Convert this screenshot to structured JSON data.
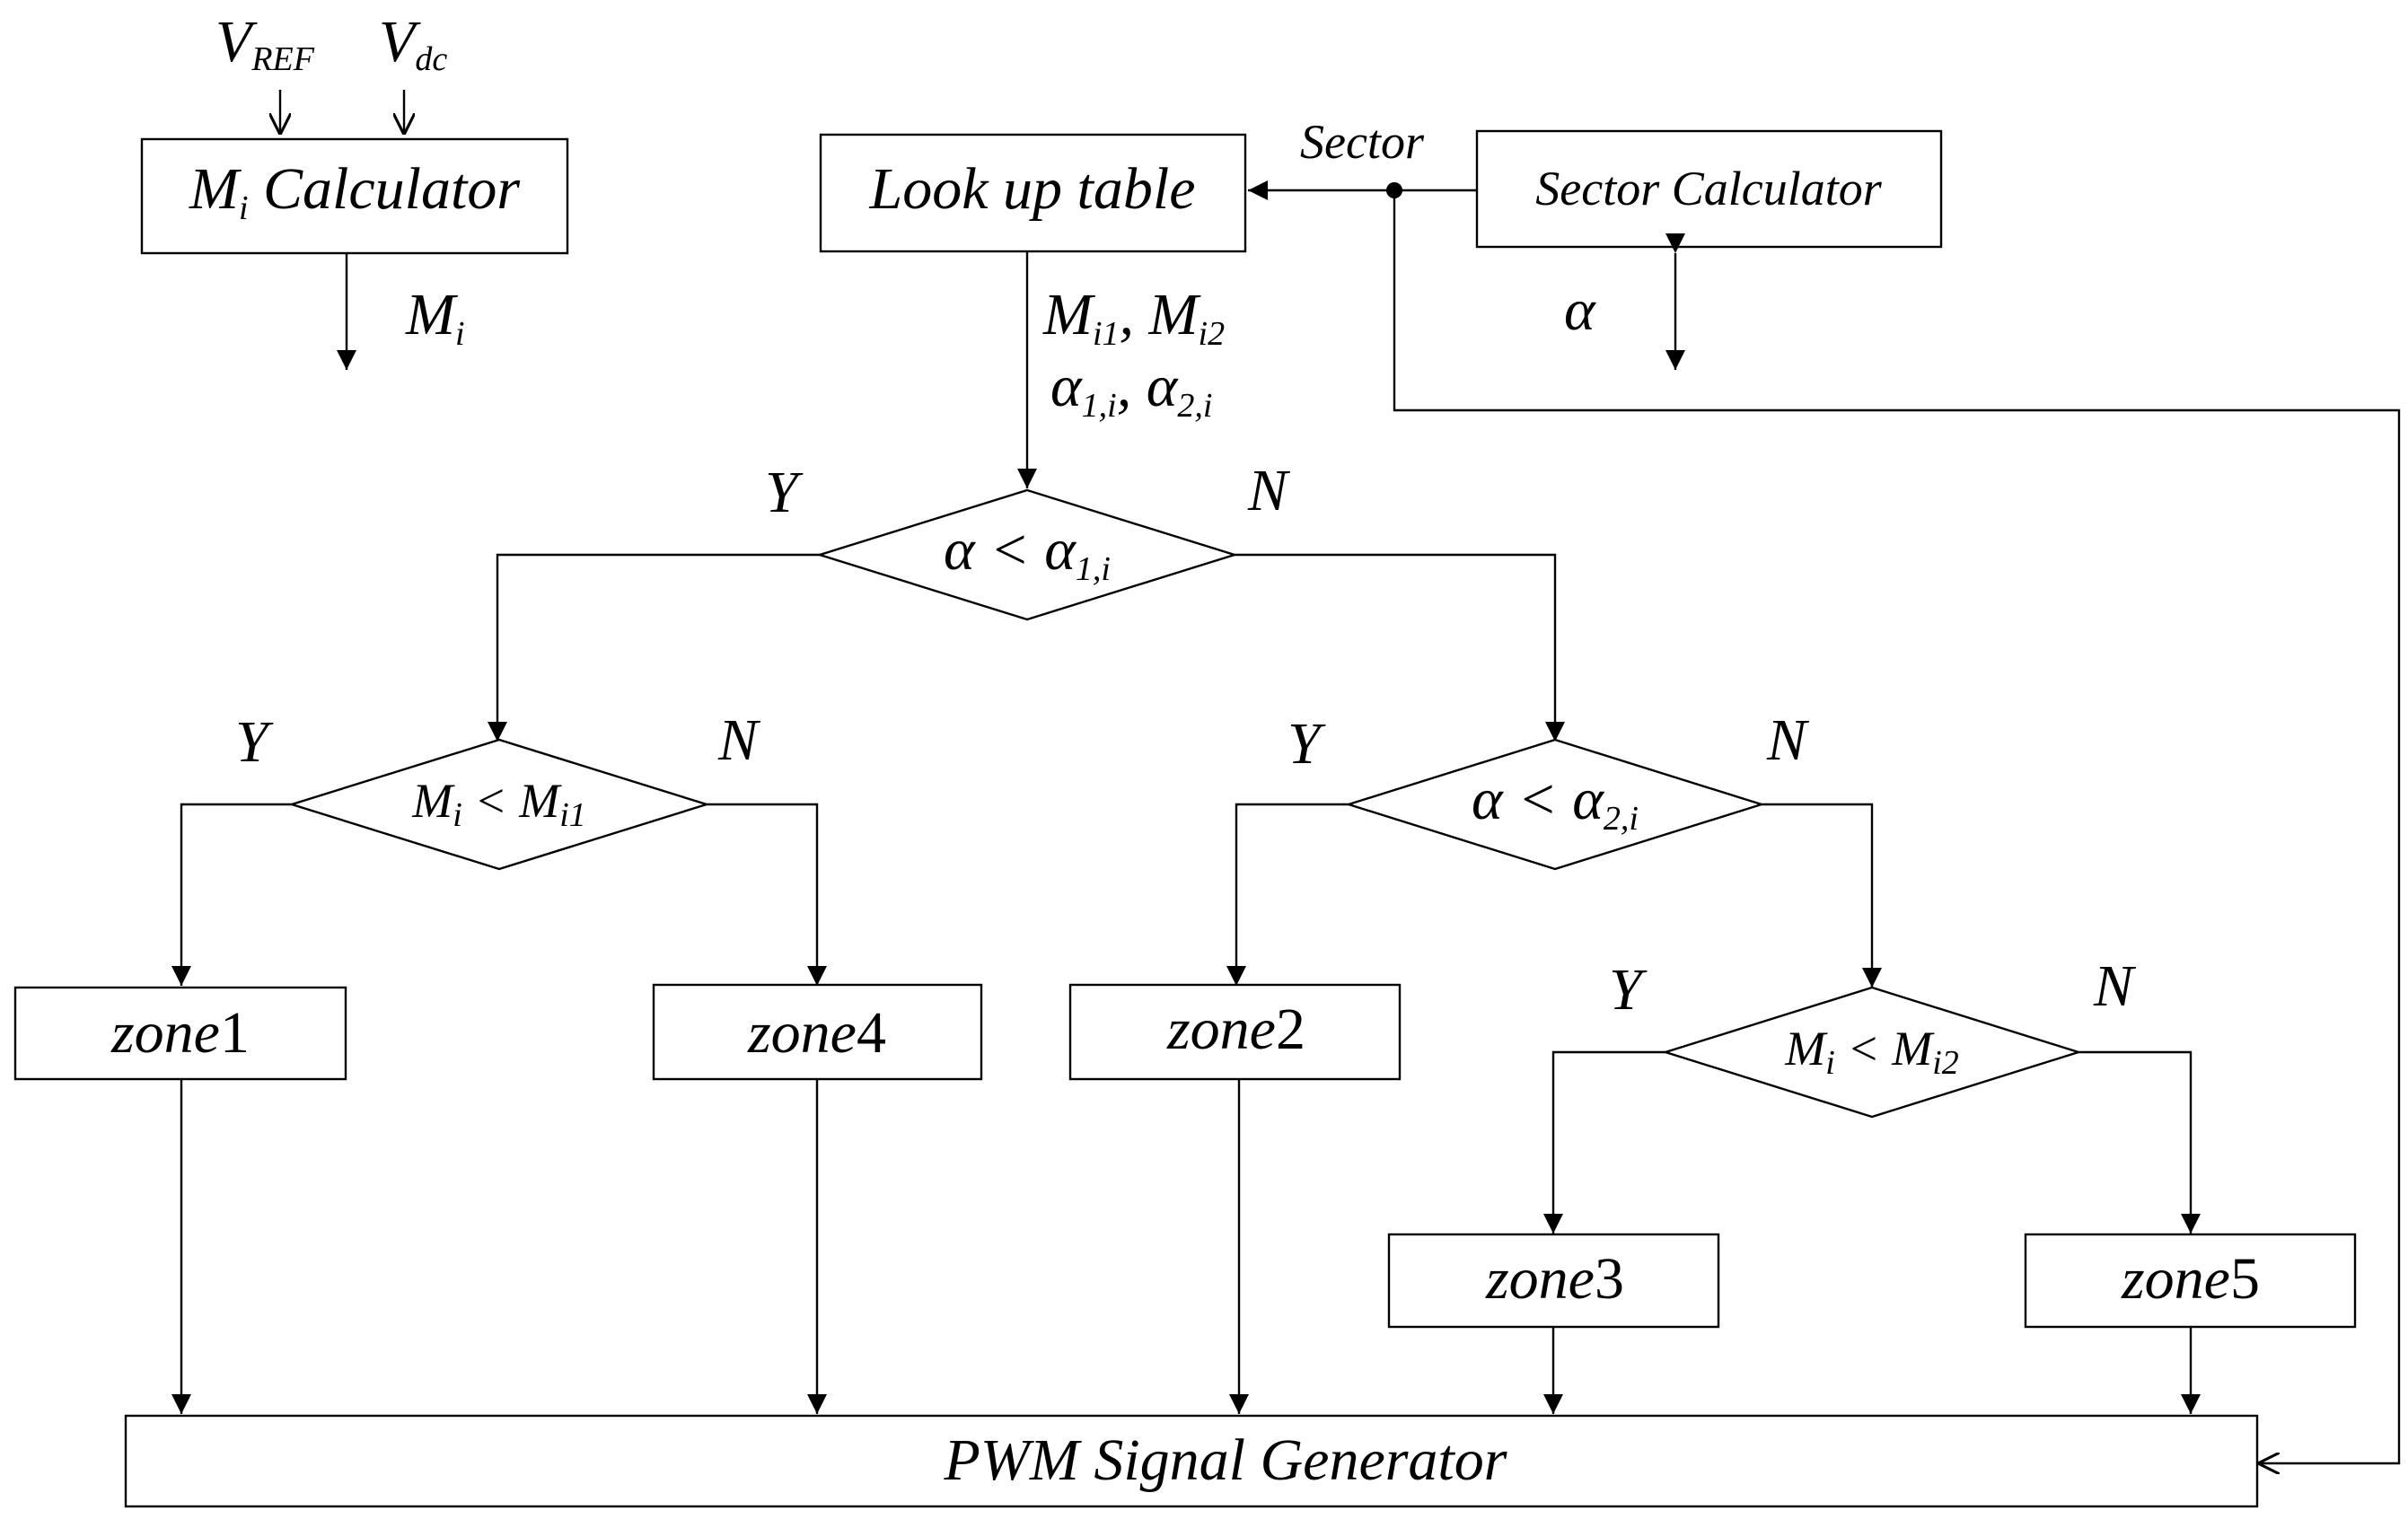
{
  "inputs": {
    "v_ref": "V",
    "v_ref_sub": "REF",
    "v_dc": "V",
    "v_dc_sub": "dc"
  },
  "mi_calculator": {
    "m": "M",
    "sub": "i",
    "rest": " Calculator"
  },
  "mi_output": {
    "m": "M",
    "sub": "i"
  },
  "lookup_table": {
    "label": "Look up table"
  },
  "sector_label": "Sector",
  "sector_calculator": {
    "label": "Sector Calculator"
  },
  "alpha_symbol": "α",
  "table_outputs": {
    "line1": {
      "m1": "M",
      "m1_sub": "i1",
      "sep": ", ",
      "m2": "M",
      "m2_sub": "i2"
    },
    "line2": {
      "a1": "α",
      "a1_sub": "1,i",
      "sep": ", ",
      "a2": "α",
      "a2_sub": "2,i"
    }
  },
  "decisions": {
    "d1": {
      "lhs": "α",
      "op": " < ",
      "rhs": "α",
      "rhs_sub": "1,i",
      "yes": "Y",
      "no": "N"
    },
    "d2": {
      "lhs": "M",
      "lhs_sub": "i",
      "op": " < ",
      "rhs": "M",
      "rhs_sub": "i1",
      "yes": "Y",
      "no": "N"
    },
    "d3": {
      "lhs": "α",
      "op": " < ",
      "rhs": "α",
      "rhs_sub": "2,i",
      "yes": "Y",
      "no": "N"
    },
    "d4": {
      "lhs": "M",
      "lhs_sub": "i",
      "op": " < ",
      "rhs": "M",
      "rhs_sub": "i2",
      "yes": "Y",
      "no": "N"
    }
  },
  "zones": {
    "zone1": {
      "word": "zone",
      "num": "1"
    },
    "zone2": {
      "word": "zone",
      "num": "2"
    },
    "zone3": {
      "word": "zone",
      "num": "3"
    },
    "zone4": {
      "word": "zone",
      "num": "4"
    },
    "zone5": {
      "word": "zone",
      "num": "5"
    }
  },
  "pwm_generator": {
    "label": "PWM Signal Generator"
  }
}
